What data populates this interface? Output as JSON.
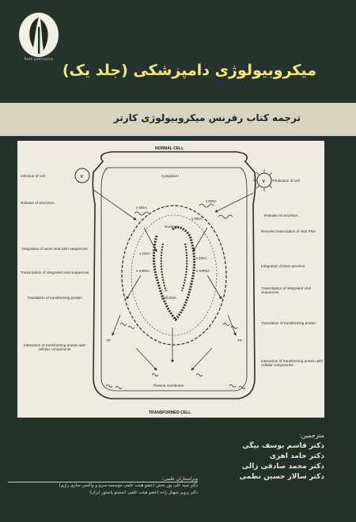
{
  "publisher": {
    "logo_icon": "publisher-leaf-logo-icon",
    "caption": "Rasti publication"
  },
  "title": "میکروبیولوژی دامپزشکی (جلد یک)",
  "subtitle": "ترجمه کتاب رفرنس میکروبیولوژی کارتر",
  "diagram": {
    "top_label": "NORMAL CELL",
    "bottom_label": "TRANSFORMED CELL",
    "cytoplasm": "Cytoplasm",
    "nucleus": "Nucleus",
    "cell_dna": "Cell DNA",
    "plasma_membrane": "Plasma membrane",
    "left_labels": [
      "Infection of cell",
      "Release of viral DNA",
      "Integration of some viral DNA sequences",
      "Transcription of integrated viral sequences",
      "Translation of transforming protein",
      "Interaction of transforming protein with cellular components"
    ],
    "right_labels": [
      "Infection of cell",
      "Release of viral RNA",
      "Reverse transcription of viral RNA",
      "Integration of DNA provirus",
      "Transcription of integrated viral sequences",
      "Translation of transforming protein",
      "Interaction of transforming protein with cellular components"
    ],
    "inner_labels": {
      "v_dna_top": "v-DNA",
      "v_rna_top": "v-RNA",
      "v_dna_right": "v-DNA",
      "v_dna_left_in": "v-DNA",
      "v_mrna_left": "v-mRNA",
      "v_dna_right_in": "v-DNA",
      "v_mrna_right": "v-mRNA",
      "tp_left": "TP",
      "tp_right": "TP",
      "virus_symbol": "V"
    }
  },
  "translators": {
    "heading": "مترجمین:",
    "names": [
      "دکتر قاسم یوسف بیگی",
      "دکتر حامد اهری",
      "دکتر محمد صادقی زالی",
      "دکتر سالار حسین نظمی"
    ]
  },
  "editors": {
    "heading": "ویراستاران علمی:",
    "lines": [
      "دکتر سید علی پور بخش (عضو هیئت علمی موسسه سرم و واکسن سازی رازی)",
      "دکتر پرویز شهباز زاده (عضو هیئت علمی انستیتو پاستور ایران)"
    ]
  }
}
